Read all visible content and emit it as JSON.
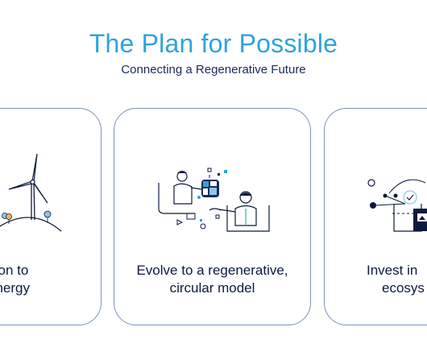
{
  "header": {
    "title": "The Plan for Possible",
    "subtitle": "Connecting a Regenerative Future"
  },
  "cards": [
    {
      "id": "left",
      "icon": "wind-turbine-icon",
      "lines": [
        "tion to",
        "energy"
      ]
    },
    {
      "id": "middle",
      "icon": "circular-model-icon",
      "lines": [
        "Evolve to a regenerative,",
        "circular model"
      ]
    },
    {
      "id": "right",
      "icon": "network-ecosystem-icon",
      "lines": [
        "Invest in",
        "ecosys"
      ]
    }
  ],
  "colors": {
    "title": "#2ea3dd",
    "subtitle": "#1b2a59",
    "card_border": "#7b93bf",
    "body_text": "#0d1a3e",
    "accent_blue": "#2ea3dd"
  }
}
